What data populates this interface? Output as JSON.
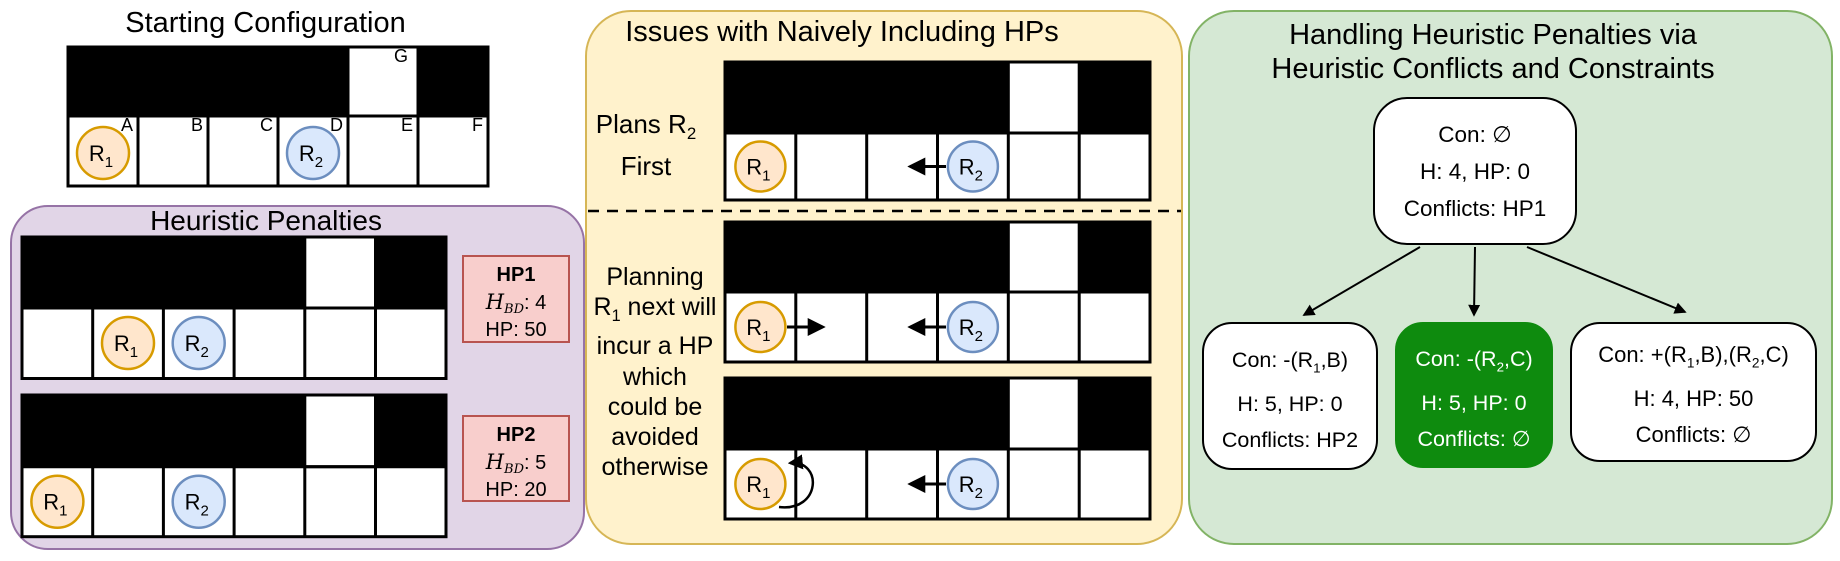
{
  "colors": {
    "text": "#000000",
    "wall": "#000000",
    "r1_fill": "#FFE6CC",
    "r1_stroke": "#D79B00",
    "r2_fill": "#DAE8FC",
    "r2_stroke": "#6C8EBF",
    "purple_fill": "#E1D5E7",
    "purple_stroke": "#9673A6",
    "yellow_fill": "#FFF2CC",
    "yellow_stroke": "#D6B656",
    "green_fill": "#D5E8D4",
    "green_stroke": "#82B366",
    "hp_fill": "#F8CECC",
    "hp_stroke": "#B85450",
    "node_fill": "#FFFFFF",
    "node_stroke": "#000000",
    "highlight_fill": "#0E8B0E",
    "highlight_text": "#FFFFFF"
  },
  "robots": {
    "r1": {
      "base": "R",
      "sub": "1"
    },
    "r2": {
      "base": "R",
      "sub": "2"
    }
  },
  "starting_config": {
    "title": "Starting Configuration",
    "cells": [
      "A",
      "B",
      "C",
      "D",
      "E",
      "F"
    ],
    "gap_label": "G"
  },
  "heuristic_penalties": {
    "title": "Heuristic Penalties",
    "hp1": {
      "label": "HP1",
      "h_symbol": "H",
      "h_subscript": "BD",
      "h_value": ": 4",
      "penalty": "HP: 50"
    },
    "hp2": {
      "label": "HP2",
      "h_symbol": "H",
      "h_subscript": "BD",
      "h_value": ": 5",
      "penalty": "HP: 20"
    }
  },
  "issues": {
    "title": "Issues with Naively Including HPs",
    "plans_label": {
      "line1_pre": "Plans R",
      "line1_sub": "2",
      "line2": "First"
    },
    "planning_label": {
      "l1": "Planning",
      "l2_pre": "R",
      "l2_sub": "1",
      "l2_post": " next will",
      "l3": "incur a HP",
      "l4": "which",
      "l5": "could be",
      "l6": "avoided",
      "l7": "otherwise"
    }
  },
  "handling": {
    "title_line1": "Handling Heuristic Penalties via",
    "title_line2": "Heuristic Conflicts and Constraints",
    "root": {
      "line1": "Con: ∅",
      "line2": "H: 4, HP: 0",
      "line3": "Conflicts: HP1"
    },
    "child1": {
      "con_pre": "Con: -(R",
      "con_sub1": "1",
      "con_post": ",B)",
      "line2": "H: 5, HP: 0",
      "line3": "Conflicts: HP2"
    },
    "child2": {
      "con_pre": "Con: -(R",
      "con_sub1": "2",
      "con_post": ",C)",
      "line2": "H: 5, HP: 0",
      "line3": "Conflicts: ∅"
    },
    "child3": {
      "con_pre": "Con: +(R",
      "con_sub1": "1",
      "con_mid": ",B),(R",
      "con_sub2": "2",
      "con_post": ",C)",
      "line2": "H: 4, HP: 50",
      "line3": "Conflicts: ∅"
    }
  }
}
